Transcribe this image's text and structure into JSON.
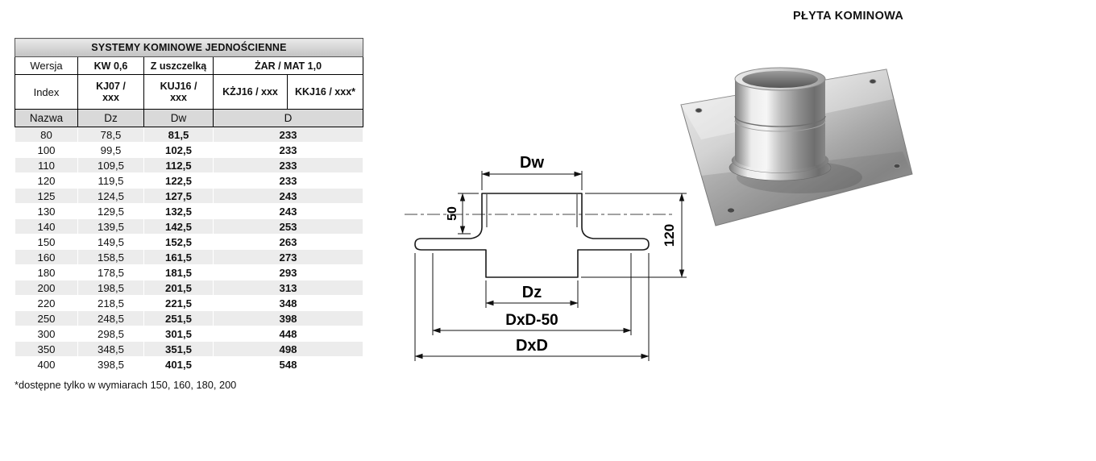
{
  "page_title": "PŁYTA KOMINOWA",
  "table": {
    "title": "SYSTEMY KOMINOWE JEDNOŚCIENNE",
    "header": {
      "wersja": "Wersja",
      "kw": "KW 0,6",
      "uszczelka": "Z uszczelką",
      "zar_mat": "ŻAR / MAT 1,0",
      "index": "Index",
      "kj07": "KJ07 /\nxxx",
      "kuj16": "KUJ16 /\nxxx",
      "kzj16": "KŻJ16 / xxx",
      "kkj16": "KKJ16 / xxx*",
      "nazwa": "Nazwa",
      "dz": "Dz",
      "dw": "Dw",
      "d": "D"
    },
    "rows": [
      {
        "nazwa": "80",
        "dz": "78,5",
        "dw": "81,5",
        "d": "233"
      },
      {
        "nazwa": "100",
        "dz": "99,5",
        "dw": "102,5",
        "d": "233"
      },
      {
        "nazwa": "110",
        "dz": "109,5",
        "dw": "112,5",
        "d": "233"
      },
      {
        "nazwa": "120",
        "dz": "119,5",
        "dw": "122,5",
        "d": "233"
      },
      {
        "nazwa": "125",
        "dz": "124,5",
        "dw": "127,5",
        "d": "243"
      },
      {
        "nazwa": "130",
        "dz": "129,5",
        "dw": "132,5",
        "d": "243"
      },
      {
        "nazwa": "140",
        "dz": "139,5",
        "dw": "142,5",
        "d": "253"
      },
      {
        "nazwa": "150",
        "dz": "149,5",
        "dw": "152,5",
        "d": "263"
      },
      {
        "nazwa": "160",
        "dz": "158,5",
        "dw": "161,5",
        "d": "273"
      },
      {
        "nazwa": "180",
        "dz": "178,5",
        "dw": "181,5",
        "d": "293"
      },
      {
        "nazwa": "200",
        "dz": "198,5",
        "dw": "201,5",
        "d": "313"
      },
      {
        "nazwa": "220",
        "dz": "218,5",
        "dw": "221,5",
        "d": "348"
      },
      {
        "nazwa": "250",
        "dz": "248,5",
        "dw": "251,5",
        "d": "398"
      },
      {
        "nazwa": "300",
        "dz": "298,5",
        "dw": "301,5",
        "d": "448"
      },
      {
        "nazwa": "350",
        "dz": "348,5",
        "dw": "351,5",
        "d": "498"
      },
      {
        "nazwa": "400",
        "dz": "398,5",
        "dw": "401,5",
        "d": "548"
      }
    ],
    "footnote": "*dostępne tylko w wymiarach 150, 160, 180, 200"
  },
  "diagram": {
    "dw": "Dw",
    "height_50": "50",
    "height_120": "120",
    "dz": "Dz",
    "dxd_minus_50": "DxD-50",
    "dxd": "DxD"
  },
  "colors": {
    "row_stripe": "#ececec",
    "header_gray": "#d9d9d9",
    "title_bar": "#c2c2c2"
  }
}
